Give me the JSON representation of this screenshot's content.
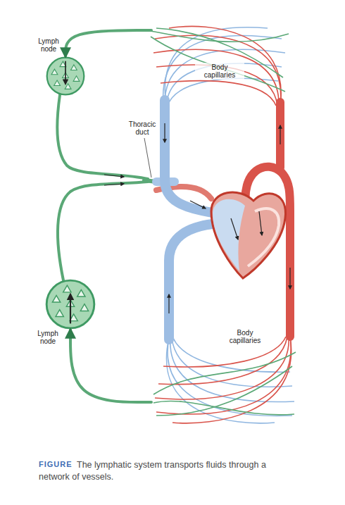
{
  "diagram": {
    "caption": "The lymphatic system transports fluids through a network of vessels.",
    "nodes": [
      {
        "text": [
          "Lymph node"
        ]
      },
      {
        "text": [
          "Body capillaries"
        ]
      },
      {
        "text": [
          "Lymph node"
        ]
      },
      {
        "text": [
          "Body capillaries"
        ]
      }
    ],
    "edges": [
      {
        "from": 1,
        "to": 0,
        "arrow": "to"
      },
      {
        "from": 3,
        "to": 2,
        "arrow": "to"
      }
    ],
    "labels": [
      "Thoracic duct",
      "FIGURE"
    ]
  }
}
